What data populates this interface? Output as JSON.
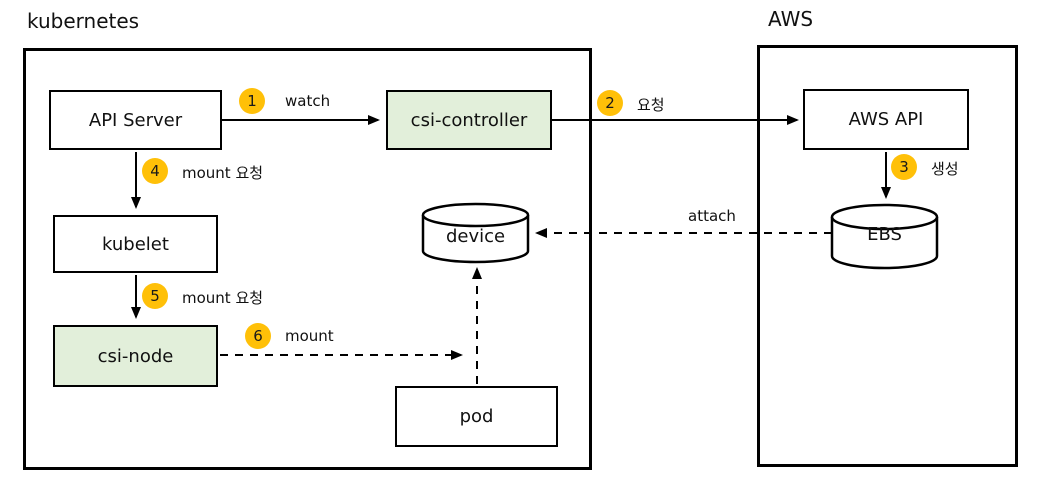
{
  "containers": {
    "kubernetes": {
      "label": "kubernetes"
    },
    "aws": {
      "label": "AWS"
    }
  },
  "nodes": {
    "api_server": {
      "label": "API Server"
    },
    "csi_controller": {
      "label": "csi-controller"
    },
    "aws_api": {
      "label": "AWS API"
    },
    "kubelet": {
      "label": "kubelet"
    },
    "csi_node": {
      "label": "csi-node"
    },
    "device": {
      "label": "device"
    },
    "pod": {
      "label": "pod"
    },
    "ebs": {
      "label": "EBS"
    }
  },
  "steps": [
    {
      "num": "1",
      "label": "watch"
    },
    {
      "num": "2",
      "label": "요청"
    },
    {
      "num": "3",
      "label": "생성"
    },
    {
      "num": "4",
      "label": "mount 요청"
    },
    {
      "num": "5",
      "label": "mount 요청"
    },
    {
      "num": "6",
      "label": "mount"
    }
  ],
  "edge_labels": {
    "attach": "attach"
  },
  "colors": {
    "badge": "#FFC008",
    "badge_text": "#1a1a1a",
    "node_green": "#E2EFDA",
    "node_white": "#FFFFFF",
    "line": "#000000"
  }
}
